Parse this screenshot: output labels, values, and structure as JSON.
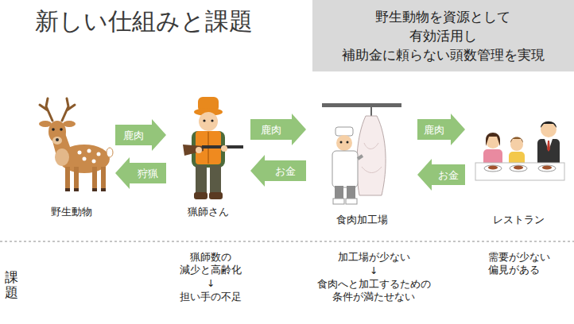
{
  "diagram": {
    "title": "新しい仕組みと課題",
    "nodes": [
      {
        "text": [
          "野生動物を資源として 有効活用し 補助金に頼らない頭数管理を実現"
        ]
      },
      {
        "text": [
          "野生動物"
        ]
      },
      {
        "text": [
          "猟師さん"
        ]
      },
      {
        "text": [
          "食肉加工場"
        ]
      },
      {
        "text": [
          "レストラン"
        ]
      }
    ],
    "edges": [
      {
        "from": 1,
        "to": 2,
        "label": "鹿肉",
        "arrow": "to"
      },
      {
        "from": 2,
        "to": 1,
        "label": "狩猟",
        "arrow": "to"
      },
      {
        "from": 2,
        "to": 3,
        "label": "鹿肉",
        "arrow": "to"
      },
      {
        "from": 3,
        "to": 2,
        "label": "お金",
        "arrow": "to"
      },
      {
        "from": 3,
        "to": 4,
        "label": "鹿肉",
        "arrow": "to"
      },
      {
        "from": 4,
        "to": 3,
        "label": "お金",
        "arrow": "to"
      }
    ],
    "labels": [
      "課題",
      "猟師数の 減少と高齢化",
      "↓",
      "担い手の不足",
      "加工場が少ない",
      "↓",
      "食肉へと加工するための 条件が満たせない",
      "需要が少ない 偏見がある"
    ]
  }
}
